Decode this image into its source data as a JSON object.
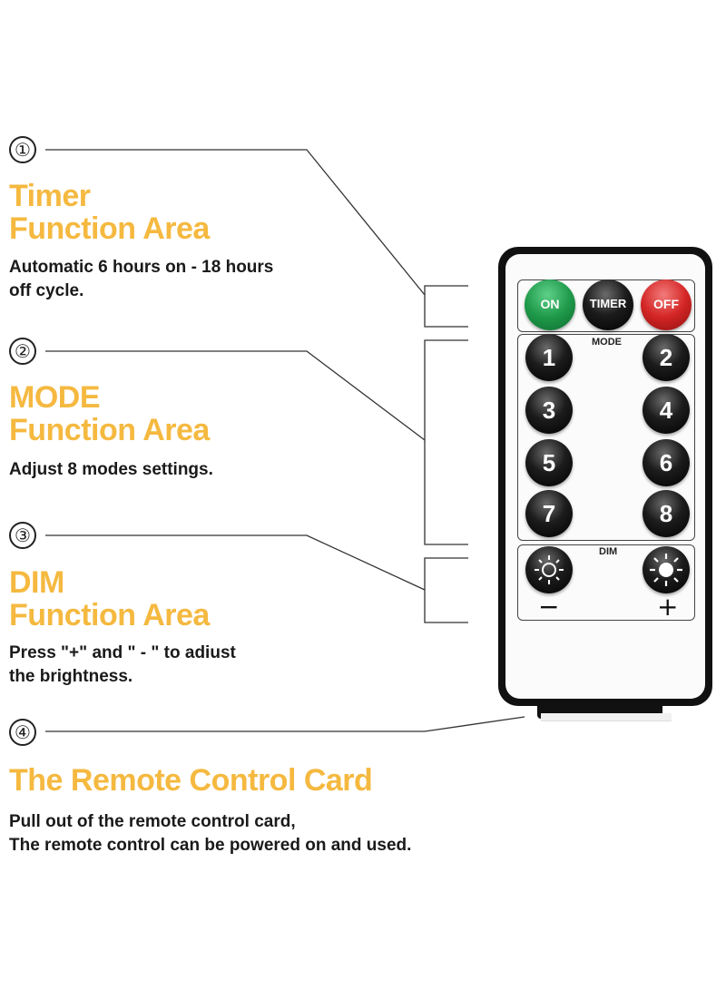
{
  "sections": [
    {
      "number": "①",
      "title_line1": "Timer",
      "title_line2": "Function Area",
      "desc_line1": "Automatic 6 hours on - 18 hours",
      "desc_line2": "off cycle."
    },
    {
      "number": "②",
      "title_line1": "MODE",
      "title_line2": "Function Area",
      "desc_line1": "Adjust 8 modes settings.",
      "desc_line2": ""
    },
    {
      "number": "③",
      "title_line1": "DIM",
      "title_line2": "Function Area",
      "desc_line1": "Press \"+\" and \" - \" to adiust",
      "desc_line2": "the brightness."
    },
    {
      "number": "④",
      "title_line1": "The Remote Control Card",
      "title_line2": "",
      "desc_line1": "Pull out of the remote control card,",
      "desc_line2": "The remote control can be powered on and used."
    }
  ],
  "remote": {
    "on_label": "ON",
    "timer_label": "TIMER",
    "off_label": "OFF",
    "mode_label": "MODE",
    "dim_label": "DIM",
    "minus_label": "−",
    "plus_label": "+",
    "mode_buttons": [
      "1",
      "2",
      "3",
      "4",
      "5",
      "6",
      "7",
      "8"
    ],
    "colors": {
      "on": "#1f9a4a",
      "off": "#d42525",
      "timer": "#111111",
      "accent": "#f5b940"
    }
  }
}
